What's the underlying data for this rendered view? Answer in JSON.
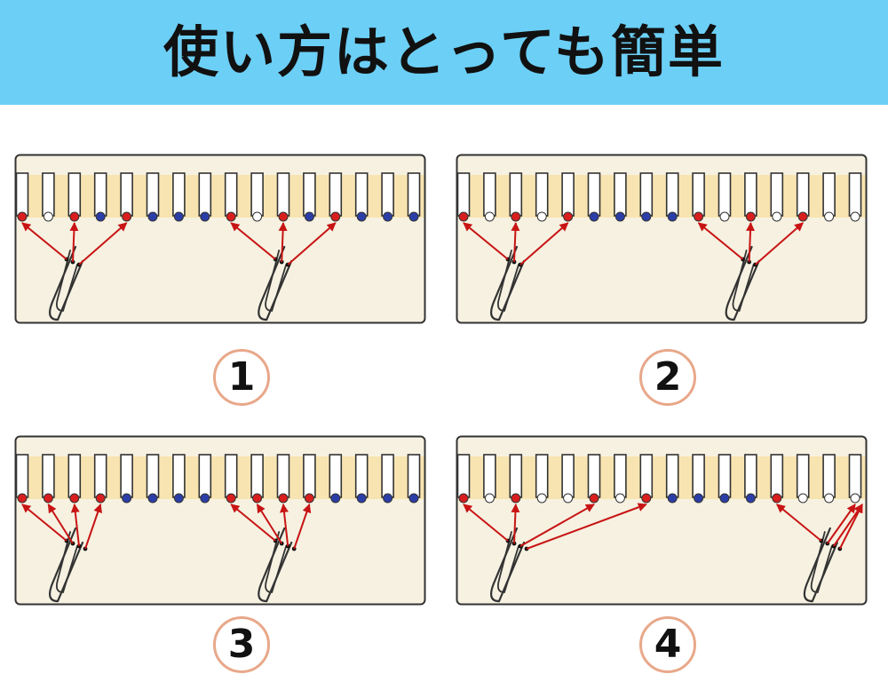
{
  "header": {
    "title": "使い方はとっても簡単",
    "background": "#6ccff6"
  },
  "colors": {
    "panel_bg": "#f6f1e1",
    "panel_border": "#333333",
    "band": "#f8e4b0",
    "pleat_fill": "#ffffff",
    "red_dot": "#d81e1e",
    "blue_dot": "#2b3ea8",
    "white_dot": "#ffffff",
    "arrow": "#c81414",
    "badge_ring": "#e8a88a"
  },
  "panels": [
    {
      "step": "1",
      "dots": [
        "r",
        "w",
        "r",
        "b",
        "r",
        "b",
        "b",
        "b",
        "r",
        "w",
        "r",
        "b",
        "r",
        "b",
        "b",
        "b"
      ],
      "hook_targets": [
        [
          0,
          2,
          4
        ],
        [
          8,
          10,
          12
        ]
      ]
    },
    {
      "step": "2",
      "dots": [
        "r",
        "w",
        "r",
        "w",
        "r",
        "b",
        "b",
        "b",
        "b",
        "r",
        "w",
        "r",
        "w",
        "r",
        "w",
        "w"
      ],
      "hook_targets": [
        [
          0,
          2,
          4
        ],
        [
          9,
          11,
          13
        ]
      ]
    },
    {
      "step": "3",
      "dots": [
        "r",
        "r",
        "r",
        "r",
        "b",
        "b",
        "b",
        "b",
        "r",
        "r",
        "r",
        "r",
        "b",
        "b",
        "b",
        "b"
      ],
      "hook_targets": [
        [
          0,
          1,
          2,
          3
        ],
        [
          8,
          9,
          10,
          11
        ]
      ]
    },
    {
      "step": "4",
      "dots": [
        "r",
        "w",
        "r",
        "w",
        "w",
        "r",
        "w",
        "r",
        "b",
        "b",
        "b",
        "b",
        "r",
        "w",
        "w",
        "w"
      ],
      "hook_targets": [
        [
          0,
          2,
          5,
          7
        ],
        [
          12,
          15,
          16,
          17
        ]
      ]
    }
  ]
}
